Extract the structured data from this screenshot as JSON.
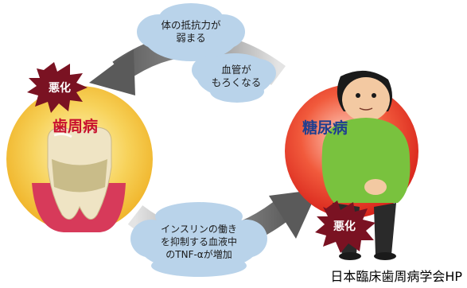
{
  "diagram": {
    "top_cloud_line1": "体の抵抗力が\n弱まる",
    "top_cloud_line2": "血管が\nもろくなる",
    "bottom_cloud": "インスリンの働き\nを抑制する血液中\nのTNF-αが増加",
    "left_label": "歯周病",
    "right_label": "糖尿病",
    "left_burst": "悪化",
    "right_burst": "悪化"
  },
  "credit": "日本臨床歯周病学会HP",
  "colors": {
    "arrow": "#5a5a5a",
    "cloud": "#b9d3ea",
    "left_circle": "#f3c33a",
    "right_circle": "#e8402b",
    "burst": "#7a1222",
    "left_text": "#c8102e",
    "right_text": "#1f3f8f"
  }
}
